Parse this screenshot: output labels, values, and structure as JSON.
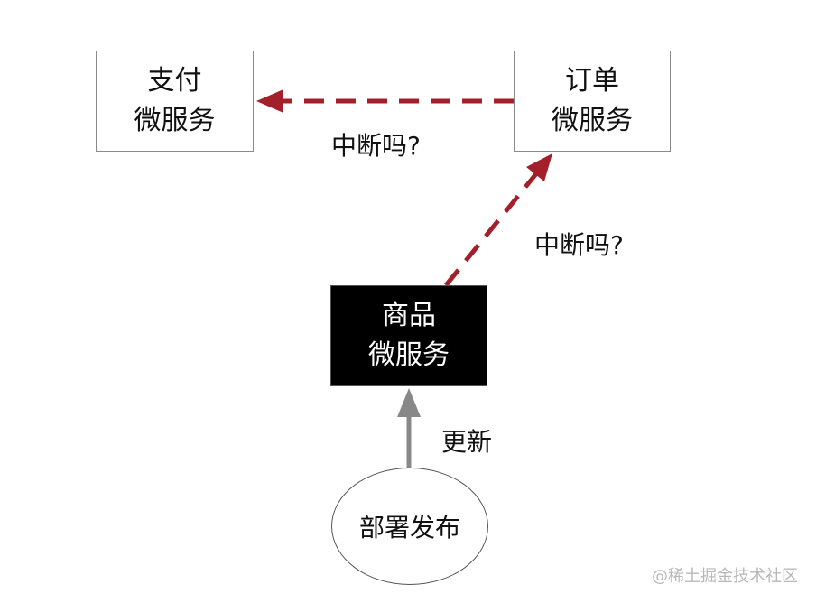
{
  "nodes": {
    "payment": {
      "line1": "支付",
      "line2": "微服务"
    },
    "order": {
      "line1": "订单",
      "line2": "微服务"
    },
    "product": {
      "line1": "商品",
      "line2": "微服务"
    },
    "deploy": {
      "label": "部署发布"
    }
  },
  "edges": {
    "order_to_payment": {
      "label": "中断吗?",
      "style": "dashed",
      "color": "#a3202a"
    },
    "product_to_order": {
      "label": "中断吗?",
      "style": "dashed",
      "color": "#a3202a"
    },
    "deploy_to_product": {
      "label": "更新",
      "style": "solid",
      "color": "#888888"
    }
  },
  "watermark": "@稀土掘金技术社区"
}
